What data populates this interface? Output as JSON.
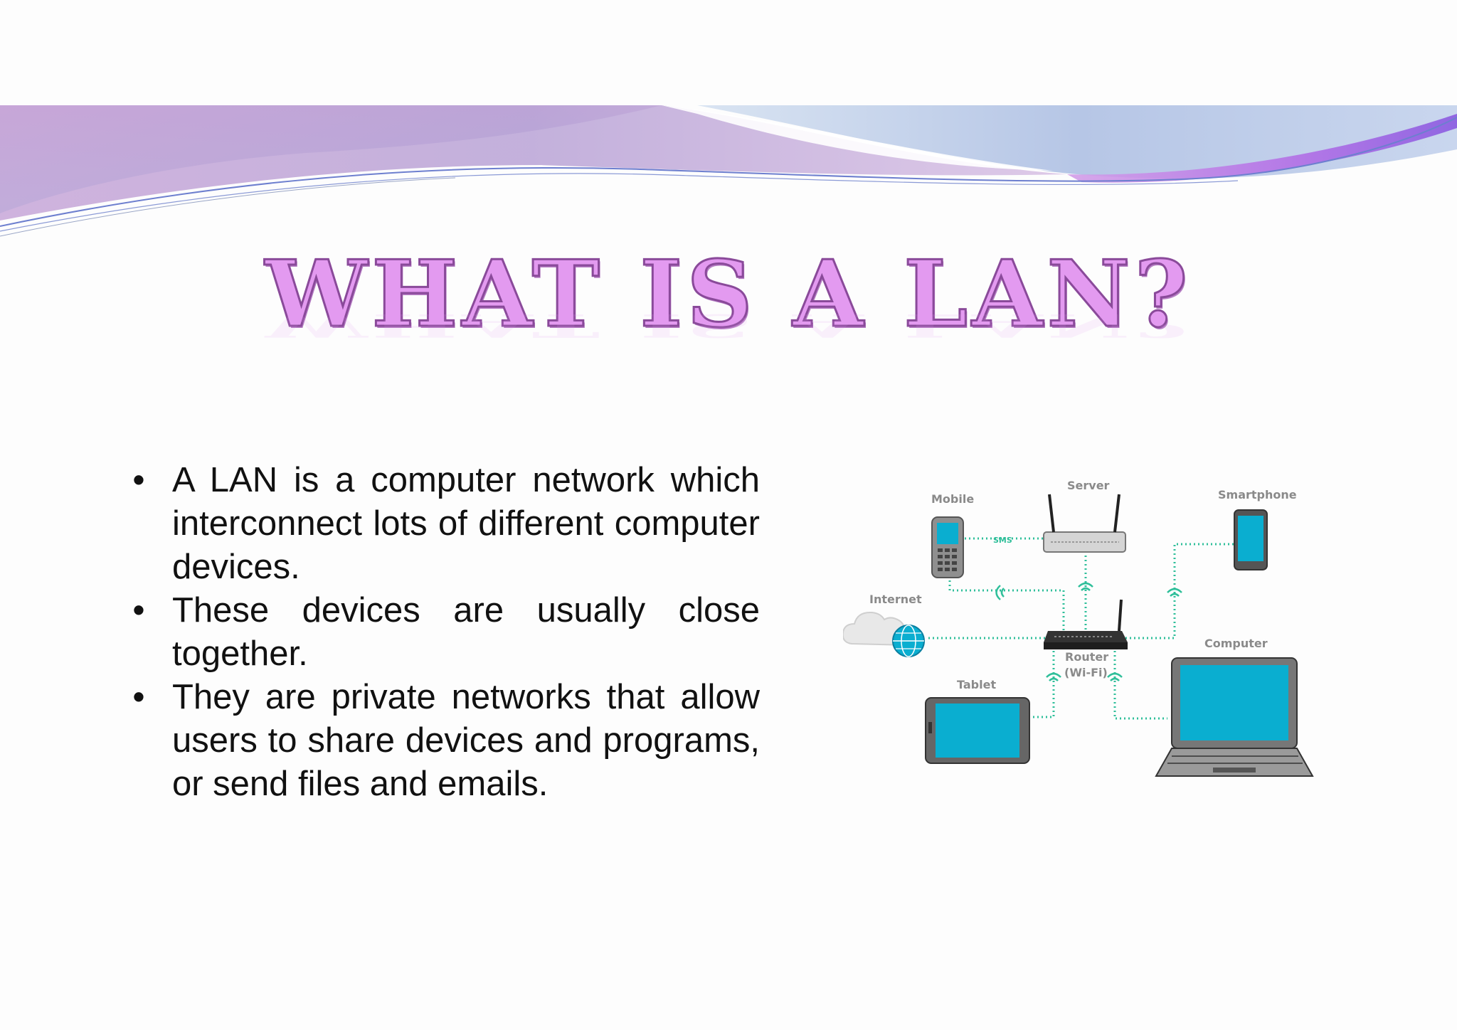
{
  "slide": {
    "title": "WHAT IS A LAN?",
    "bullets": [
      "A LAN is a computer network which interconnect lots of different computer devices.",
      "These devices are usually close together.",
      "They are private networks that allow users to share devices and programs, or send files and emails."
    ],
    "bullet_symbol": "•"
  },
  "diagram": {
    "labels": {
      "mobile": "Mobile",
      "server": "Server",
      "smartphone": "Smartphone",
      "internet": "Internet",
      "computer": "Computer",
      "router_line1": "Router",
      "router_line2": "(Wi-Fi)",
      "tablet": "Tablet",
      "sms": "SMS"
    },
    "icons": [
      "mobile-phone-icon",
      "server-icon",
      "smartphone-icon",
      "cloud-internet-icon",
      "router-icon",
      "tablet-icon",
      "laptop-icon",
      "wifi-signal-icon"
    ]
  },
  "colors": {
    "title_fill": "#e39af0",
    "title_outline": "#8a4a9a",
    "connection": "#2fbf9a",
    "screen": "#0aaed0",
    "banner_purple": "#c39ad6",
    "banner_blue": "#a7c6e4"
  }
}
